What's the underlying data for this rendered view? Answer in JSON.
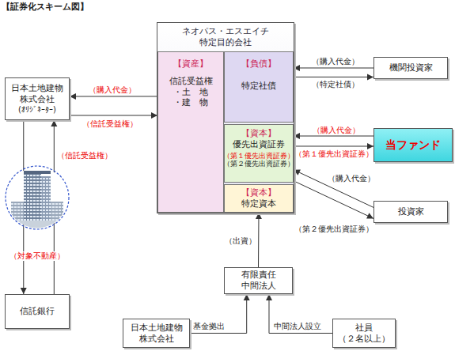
{
  "diagram": {
    "title": "【証券化スキーム図】",
    "nodes": [
      {
        "text": [
          "日本土地建物 株式会社",
          "(ｵﾘｼﾞﾈｰﾀｰ)"
        ]
      },
      {
        "text": [
          "ネオパス・エスエイチ 特定目的会社"
        ]
      },
      {
        "text": [
          "【資産】",
          "信託受益権",
          "・土　地",
          "・建　物"
        ],
        "in": 1
      },
      {
        "text": [
          "【負債】",
          "特定社債"
        ],
        "in": 1
      },
      {
        "text": [
          "【資本】",
          "優先出資証券",
          "（第１優先出資証券）",
          "（第２優先出資証券）"
        ],
        "in": 1
      },
      {
        "text": [
          "【資本】",
          "特定資本"
        ],
        "in": 1
      },
      {
        "text": [
          "機関投資家"
        ]
      },
      {
        "text": [
          "当ファンド"
        ]
      },
      {
        "text": [
          "投資家"
        ]
      },
      {
        "text": [
          "（対象不動産）"
        ]
      },
      {
        "text": [
          "信託銀行"
        ]
      },
      {
        "text": [
          "有限責任 中間法人"
        ]
      },
      {
        "text": [
          "日本土地建物 株式会社"
        ]
      },
      {
        "text": [
          "社員 （２名以上）"
        ]
      }
    ],
    "edges": [
      {
        "from": 2,
        "to": 0,
        "arrow": "to",
        "label": "（購入代金）"
      },
      {
        "from": 0,
        "to": 2,
        "arrow": "to",
        "label": "（信託受益権）"
      },
      {
        "from": 6,
        "to": 3,
        "arrow": "to",
        "label": "（購入代金）"
      },
      {
        "from": 3,
        "to": 6,
        "arrow": "to",
        "label": "（特定社債）"
      },
      {
        "from": 7,
        "to": 4,
        "arrow": "to",
        "label": "（購入代金）"
      },
      {
        "from": 4,
        "to": 7,
        "arrow": "to",
        "label": "（第１優先出資証券）"
      },
      {
        "from": 8,
        "to": 4,
        "arrow": "to",
        "label": "（購入代金）"
      },
      {
        "from": 4,
        "to": 8,
        "arrow": "to",
        "label": "（第２優先出資証券）"
      },
      {
        "from": 0,
        "to": 10,
        "arrow": "to"
      },
      {
        "from": 10,
        "to": 0,
        "arrow": "to",
        "label": "（信託受益権）"
      },
      {
        "from": 11,
        "to": 5,
        "arrow": "to",
        "label": "（出資）"
      },
      {
        "from": 12,
        "to": 11,
        "arrow": "to",
        "label": "基金拠出"
      },
      {
        "from": 13,
        "to": 11,
        "arrow": "to",
        "label": "中間法人設立"
      }
    ]
  }
}
